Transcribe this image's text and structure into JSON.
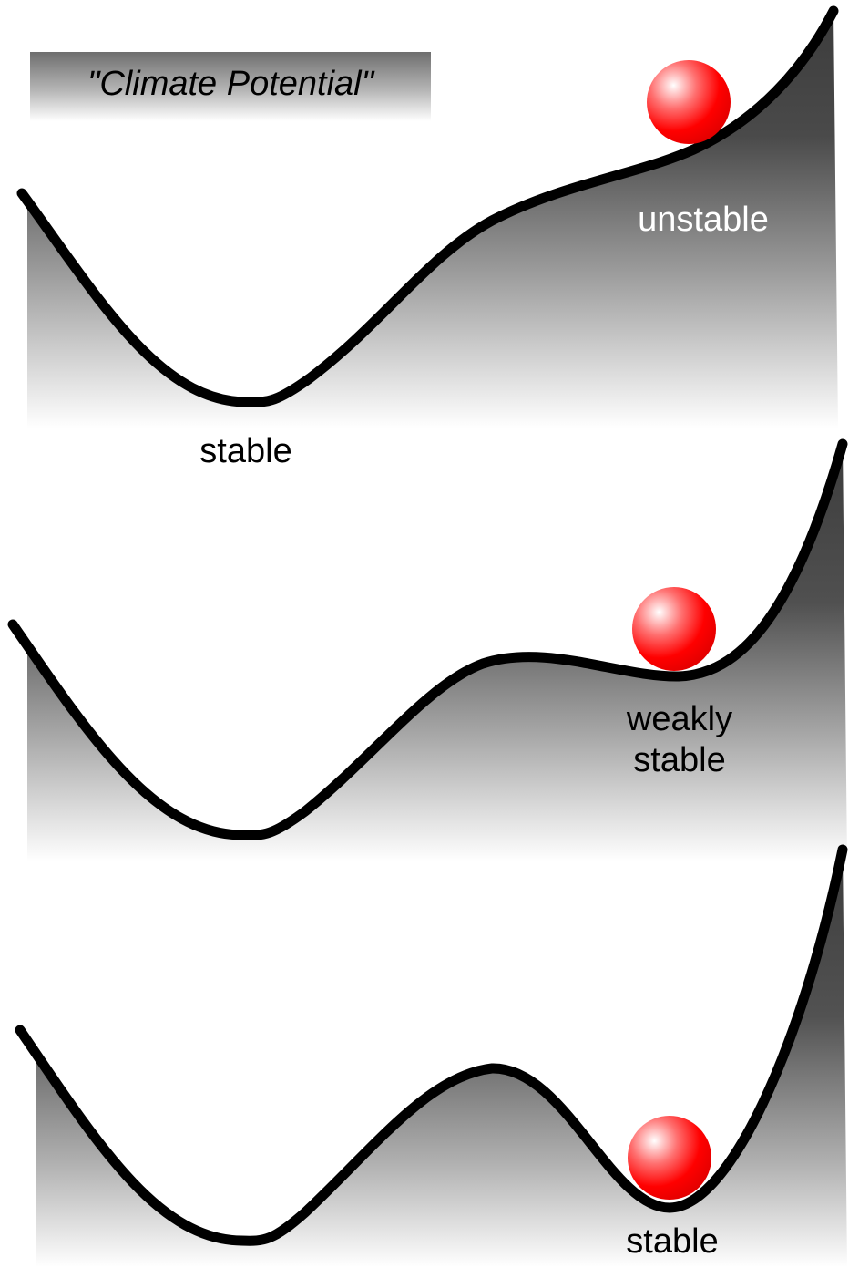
{
  "title": "\"Climate Potential\"",
  "panels": [
    {
      "id": "top",
      "left_label": "stable",
      "ball_label": "unstable",
      "ball_state": "unstable"
    },
    {
      "id": "middle",
      "ball_label_line1": "weakly",
      "ball_label_line2": "stable",
      "ball_state": "weakly stable"
    },
    {
      "id": "bottom",
      "ball_label": "stable",
      "ball_state": "stable"
    }
  ],
  "colors": {
    "curve": "#000000",
    "ball": "#ff0000",
    "fill_dark": "#3a3a3a",
    "fill_light": "#ffffff",
    "background": "#ffffff"
  }
}
